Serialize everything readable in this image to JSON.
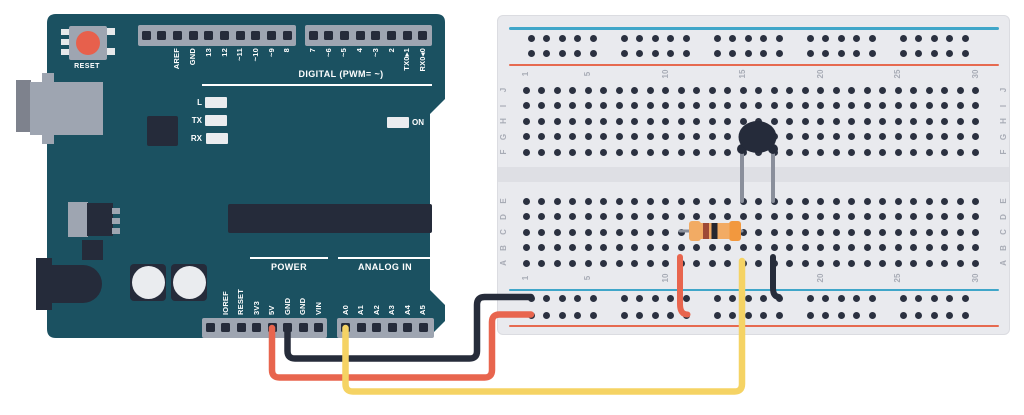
{
  "arduino": {
    "reset_label": "RESET",
    "digital_section": {
      "label": "DIGITAL (PWM=  ~)",
      "unlabeled_pins_left": 2,
      "pins_left": [
        "AREF",
        "GND",
        "13",
        "12",
        "~11",
        "~10",
        "~9",
        "8"
      ],
      "pins_right": [
        "7",
        "~6",
        "~5",
        "4",
        "~3",
        "2",
        "TX0▸1",
        "RX0◂0"
      ]
    },
    "leds": [
      "L",
      "TX",
      "RX"
    ],
    "on_led_label": "ON",
    "power_section": {
      "label": "POWER",
      "unlabeled_pins": 1,
      "pins": [
        "IOREF",
        "RESET",
        "3V3",
        "5V",
        "GND",
        "GND",
        "VIN"
      ]
    },
    "analog_section": {
      "label": "ANALOG IN",
      "pins": [
        "A0",
        "A1",
        "A2",
        "A3",
        "A4",
        "A5"
      ]
    }
  },
  "breadboard": {
    "columns": 30,
    "column_labels": [
      "1",
      "5",
      "10",
      "15",
      "20",
      "25",
      "30"
    ],
    "row_labels_top": [
      "J",
      "I",
      "H",
      "G",
      "F"
    ],
    "row_labels_bottom": [
      "E",
      "D",
      "C",
      "B",
      "A"
    ],
    "rail_hole_groups": 5,
    "rail_holes_per_group": 5
  },
  "components": {
    "thermistor": {
      "type": "thermistor",
      "body_color": "#252B3A",
      "position": "body over rows F-G, legs in E15 and E17"
    },
    "resistor": {
      "type": "resistor",
      "body_color": "#F2AB64",
      "band_colors": [
        "#9E4936",
        "#26262E",
        "#F2983E"
      ],
      "position": "row C, columns 11 to 15"
    }
  },
  "wires": [
    {
      "id": "wire-5v",
      "color": "#E8654E",
      "from": "Arduino 5V pin",
      "to": "breadboard bottom red (+) rail"
    },
    {
      "id": "wire-gnd",
      "color": "#262C3A",
      "from": "Arduino GND pin",
      "to": "breadboard bottom blue (-) rail"
    },
    {
      "id": "wire-a0",
      "color": "#F5D364",
      "from": "Arduino A0 pin",
      "to": "breadboard hole A15"
    },
    {
      "id": "jumper-positive",
      "color": "#E8654E",
      "from": "bottom red (+) rail",
      "to": "breadboard hole A11"
    },
    {
      "id": "jumper-negative",
      "color": "#262C3A",
      "from": "breadboard hole A17",
      "to": "bottom blue (-) rail"
    }
  ],
  "colors": {
    "arduino_board": "#1B5161",
    "header_strip": "#9EA5B1",
    "pin_dark": "#252B3A",
    "silkscreen": "#FFFFFF",
    "led_off": "#EAECEF",
    "reset_button_red": "#E7604C",
    "usb_gray": "#9EA5B1",
    "usb_plug_gray": "#7E828D",
    "breadboard_body": "#E9EAEE",
    "breadboard_gap": "#DEDFE4",
    "breadboard_hole": "#2B3140",
    "rail_blue": "#3FA6C9",
    "rail_red": "#E66A50",
    "label_gray": "#A7ABB5",
    "wire_red": "#E8654E",
    "wire_black": "#262C3A",
    "wire_yellow": "#F5D364",
    "lead_gray": "#8A8F9B",
    "resistor_body": "#F2AB64"
  }
}
